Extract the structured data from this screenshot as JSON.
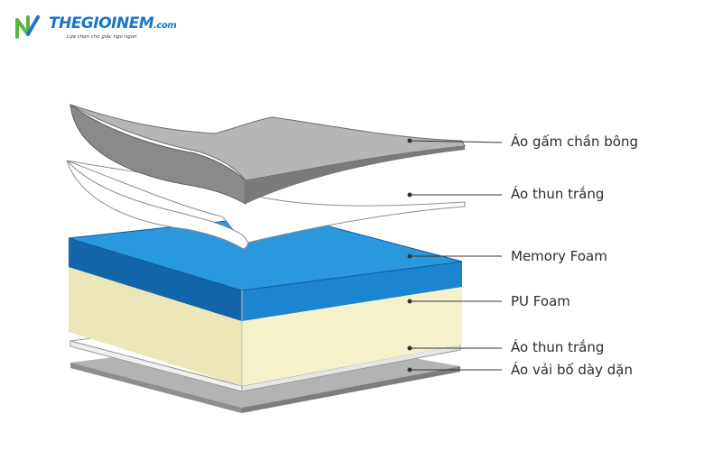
{
  "brand": {
    "name": "THEGIOINEM",
    "suffix": ".com",
    "slogan": "Lựa chọn cho giấc ngủ ngon",
    "logo_color": "#1b76c9",
    "accent_color": "#5bb344"
  },
  "layers": [
    {
      "label": "Áo gấm chần bông",
      "color": "#a9a9a9"
    },
    {
      "label": "Áo thun trắng",
      "color": "#ffffff"
    },
    {
      "label": "Memory Foam",
      "color": "#1f8fd8"
    },
    {
      "label": "PU Foam",
      "color": "#f3efc4"
    },
    {
      "label": "Áo thun trắng",
      "color": "#ffffff"
    },
    {
      "label": "Áo vải bố dày dặn",
      "color": "#a5a5a5"
    }
  ]
}
